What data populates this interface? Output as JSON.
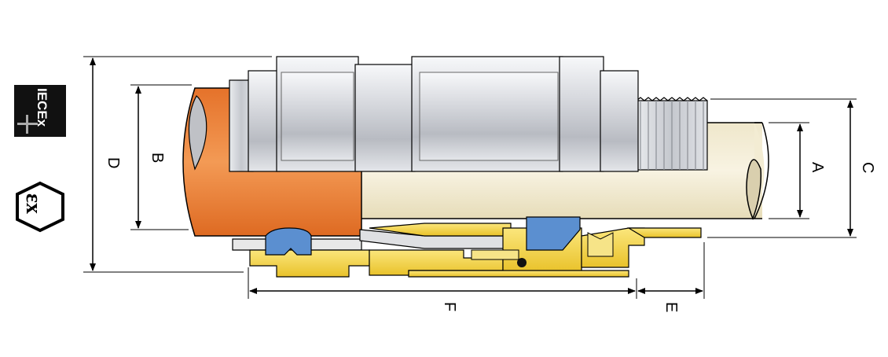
{
  "dimension_labels": {
    "a": "A",
    "b": "B",
    "c": "C",
    "d": "D",
    "e": "E",
    "f": "F"
  },
  "logos": {
    "top": "IECEx",
    "bottom": "εx"
  },
  "colors": {
    "cable_outer": "#f0833a",
    "cable_inner": "#f3ecd3",
    "steel_body": "#cfd1d6",
    "brass": "#f2d43a",
    "seal_blue": "#5b8fd0"
  },
  "icons": {
    "top_logo": "iecex-logo-icon",
    "bottom_logo": "atex-hexagon-icon"
  }
}
